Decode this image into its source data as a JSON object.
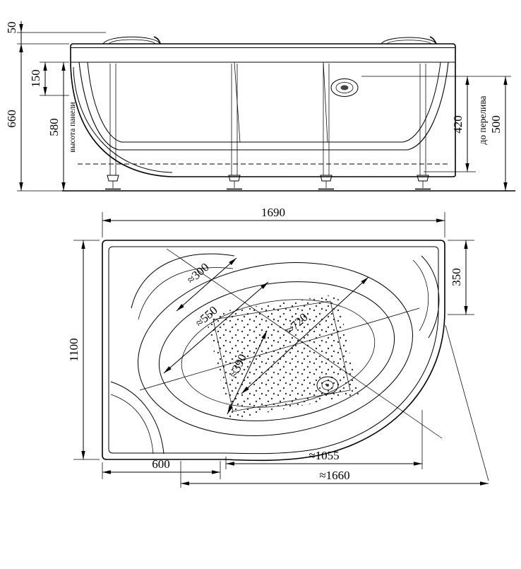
{
  "elevation": {
    "dims": {
      "h50": "50",
      "h150": "150",
      "h580": "580",
      "h660": "660",
      "h420": "420",
      "h500": "500",
      "panel_label": "высота панели",
      "overflow_label": "до перелива"
    }
  },
  "plan": {
    "dims": {
      "w1690": "1690",
      "h1100": "1100",
      "w350": "350",
      "d300": "≈300",
      "d550": "≈550",
      "d720": "≈720",
      "d390": "≈390",
      "w600": "600",
      "w1055": "≈1055",
      "w1660": "≈1660"
    }
  }
}
